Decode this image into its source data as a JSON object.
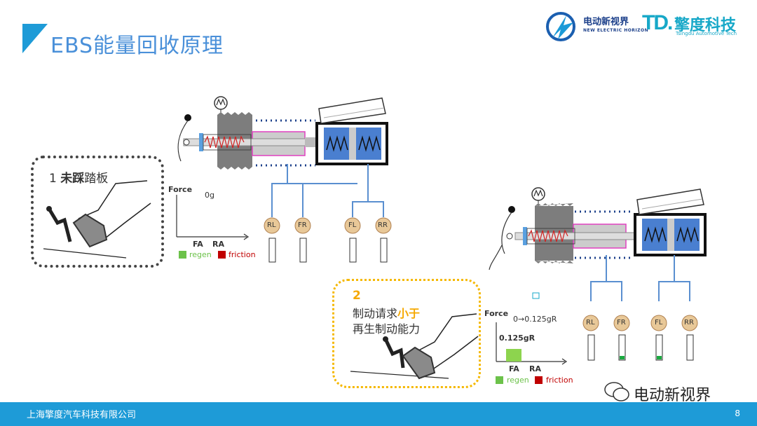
{
  "slide": {
    "title": "EBS能量回收原理",
    "page_number": "8"
  },
  "logos": {
    "left_cn": "电动新视界",
    "left_en": "NEW ELECTRIC HORIZON",
    "right_mark": "TD.",
    "right_cn": "擎度科技",
    "right_en": "Tsingdu Automotive Tech"
  },
  "footer": {
    "company": "上海擎度汽车科技有限公司"
  },
  "watermark": "电动新视界",
  "step1": {
    "number": "1",
    "bold_text": "未踩",
    "text": "踏板",
    "chart": {
      "y_label": "Force",
      "value_label": "0g",
      "x_labels": [
        "FA",
        "RA"
      ],
      "legend": [
        "regen",
        "friction"
      ]
    }
  },
  "step2": {
    "number": "2",
    "line1_prefix": "制动请求",
    "line1_highlight": "小于",
    "line2": "再生制动能力",
    "chart": {
      "y_label": "Force",
      "value_label": "0→0.125gR",
      "bar_label": "0.125gR",
      "x_labels": [
        "FA",
        "RA"
      ],
      "legend": [
        "regen",
        "friction"
      ]
    }
  },
  "wheels": [
    "RL",
    "FR",
    "FL",
    "RR"
  ],
  "colors": {
    "accent": "#4a90d9",
    "footer": "#1e9bd7",
    "regen": "#6cc24a",
    "friction": "#c00000",
    "highlight": "#f5a800",
    "chamber": "#4a7fd0",
    "wheel": "#c9a36a"
  }
}
